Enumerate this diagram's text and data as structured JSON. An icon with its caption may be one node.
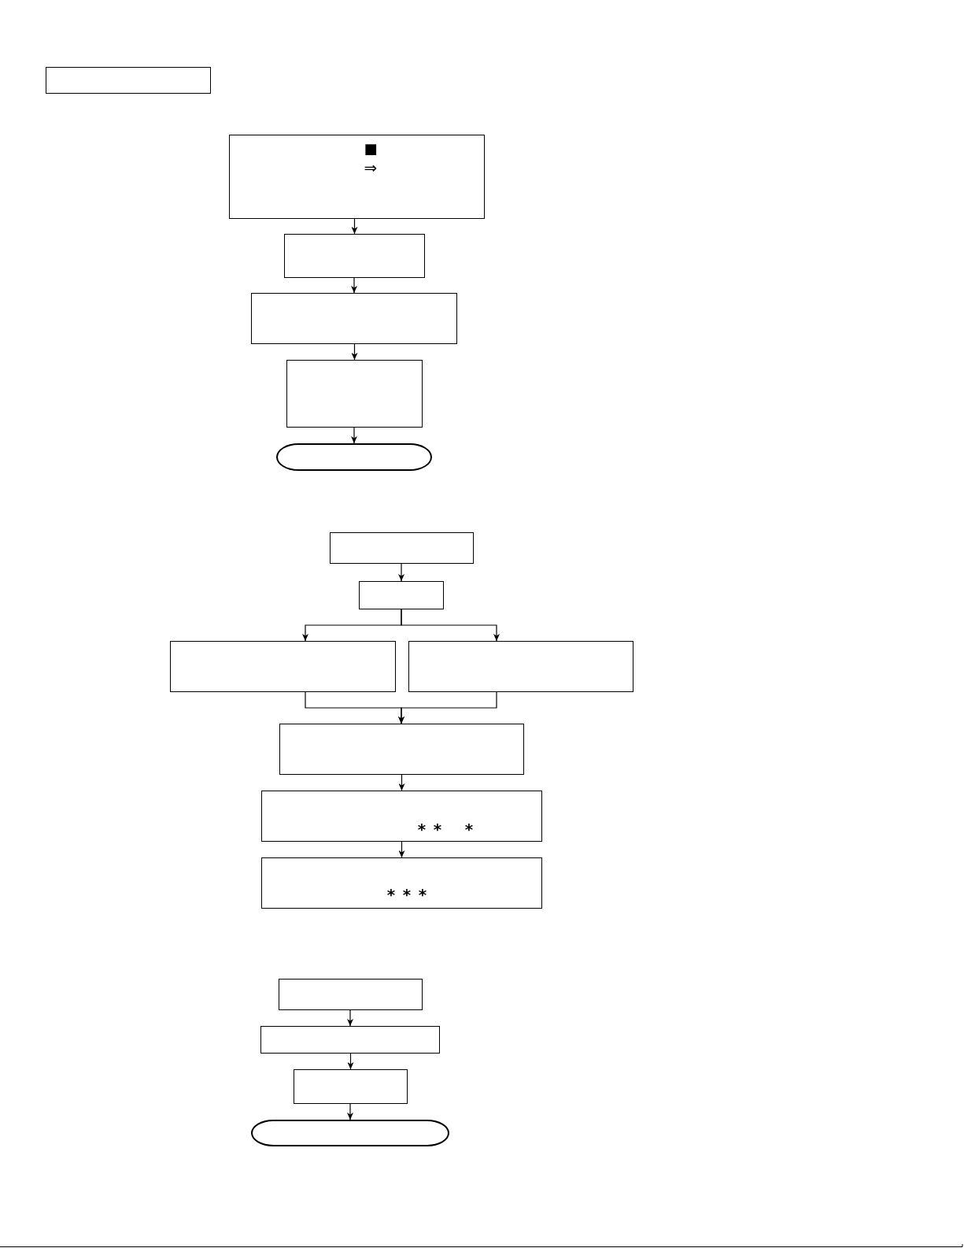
{
  "diagram": {
    "nodes": [
      {
        "text": [],
        "shape": "box"
      },
      {
        "text": [
          "■",
          "⇒"
        ]
      },
      {
        "text": [],
        "shape": "box"
      },
      {
        "text": [],
        "shape": "box"
      },
      {
        "text": [],
        "shape": "box"
      },
      {
        "text": [],
        "shape": "oval"
      },
      {
        "text": [],
        "shape": "box"
      },
      {
        "text": [],
        "shape": "box"
      },
      {
        "text": [],
        "shape": "box"
      },
      {
        "text": [],
        "shape": "box"
      },
      {
        "text": [],
        "shape": "box"
      },
      {
        "text": [
          "∗∗ ∗"
        ]
      },
      {
        "text": [
          "∗∗∗"
        ]
      },
      {
        "text": [],
        "shape": "box"
      },
      {
        "text": [],
        "shape": "box"
      },
      {
        "text": [],
        "shape": "box"
      },
      {
        "text": [],
        "shape": "oval"
      }
    ],
    "edges": [
      {
        "from": 1,
        "to": 2,
        "arrow": "to"
      },
      {
        "from": 2,
        "to": 3,
        "arrow": "to"
      },
      {
        "from": 3,
        "to": 4,
        "arrow": "to"
      },
      {
        "from": 4,
        "to": 5,
        "arrow": "to"
      },
      {
        "from": 6,
        "to": 7,
        "arrow": "to"
      },
      {
        "from": 7,
        "to": 8,
        "arrow": "to"
      },
      {
        "from": 7,
        "to": 9,
        "arrow": "to"
      },
      {
        "from": 8,
        "to": 10,
        "arrow": "to"
      },
      {
        "from": 9,
        "to": 10,
        "arrow": "to"
      },
      {
        "from": 10,
        "to": 11,
        "arrow": "to"
      },
      {
        "from": 11,
        "to": 12,
        "arrow": "to"
      },
      {
        "from": 13,
        "to": 14,
        "arrow": "to"
      },
      {
        "from": 14,
        "to": 15,
        "arrow": "to"
      },
      {
        "from": 15,
        "to": 16,
        "arrow": "to"
      }
    ]
  }
}
